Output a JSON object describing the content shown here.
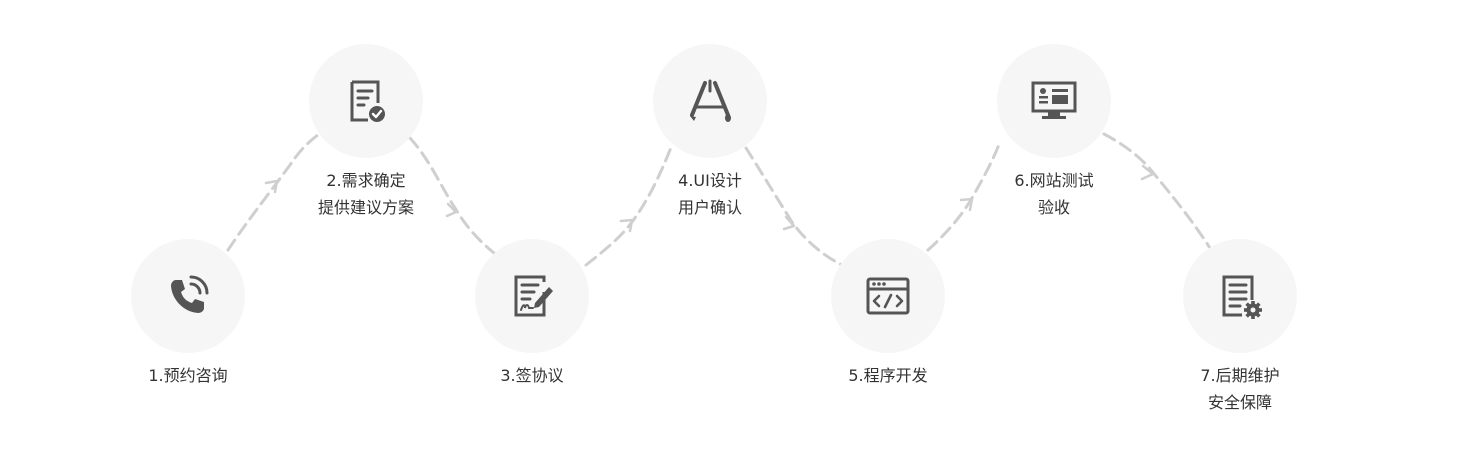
{
  "colors": {
    "circle_bg": "#f6f6f6",
    "icon": "#555555",
    "dash": "#cfcfcf",
    "text": "#333333"
  },
  "steps": [
    {
      "line1": "1.预约咨询",
      "line2": "",
      "icon": "phone-icon"
    },
    {
      "line1": "2.需求确定",
      "line2": "提供建议方案",
      "icon": "document-check-icon"
    },
    {
      "line1": "3.签协议",
      "line2": "",
      "icon": "contract-sign-icon"
    },
    {
      "line1": "4.UI设计",
      "line2": "用户确认",
      "icon": "design-tools-icon"
    },
    {
      "line1": "5.程序开发",
      "line2": "",
      "icon": "code-window-icon"
    },
    {
      "line1": "6.网站测试",
      "line2": "验收",
      "icon": "monitor-icon"
    },
    {
      "line1": "7.后期维护",
      "line2": "安全保障",
      "icon": "document-gear-icon"
    }
  ]
}
